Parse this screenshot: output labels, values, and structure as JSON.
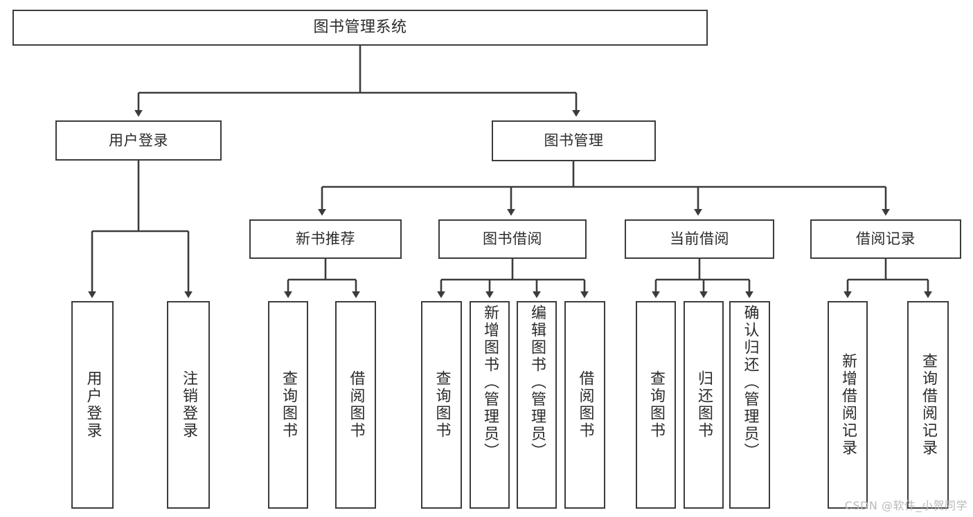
{
  "diagram": {
    "title": "图书管理系统",
    "type": "tree",
    "watermark": "CSDN @软件_小贺同学",
    "root": {
      "label": "图书管理系统"
    },
    "level2": [
      {
        "label": "用户登录"
      },
      {
        "label": "图书管理"
      }
    ],
    "level3": [
      {
        "label": "新书推荐"
      },
      {
        "label": "图书借阅"
      },
      {
        "label": "当前借阅"
      },
      {
        "label": "借阅记录"
      }
    ],
    "leaves": {
      "user_login": [
        {
          "label": "用户登录"
        },
        {
          "label": "注销登录"
        }
      ],
      "new_book_recommend": [
        {
          "label": "查询图书"
        },
        {
          "label": "借阅图书"
        }
      ],
      "book_borrow": [
        {
          "label": "查询图书"
        },
        {
          "label": "新增图书（管理员）"
        },
        {
          "label": "编辑图书（管理员）"
        },
        {
          "label": "借阅图书"
        }
      ],
      "current_borrow": [
        {
          "label": "查询图书"
        },
        {
          "label": "归还图书"
        },
        {
          "label": "确认归还（管理员）"
        }
      ],
      "borrow_records": [
        {
          "label": "新增借阅记录"
        },
        {
          "label": "查询借阅记录"
        }
      ]
    },
    "colors": {
      "stroke": "#3b3b3b",
      "text": "#2b2b2b",
      "background": "#ffffff",
      "watermark": "#b9b9b9"
    }
  }
}
